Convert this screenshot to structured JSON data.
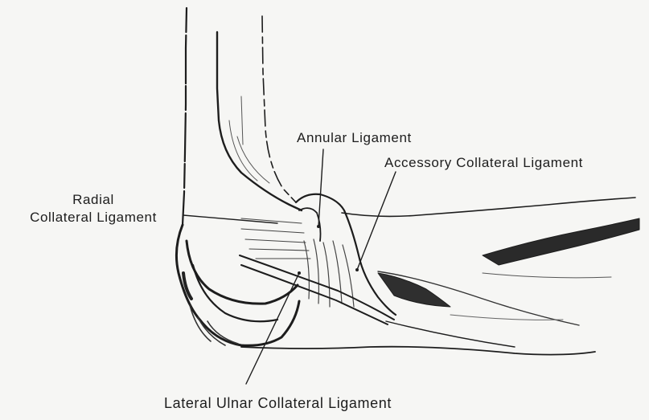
{
  "labels": {
    "annular_ligament": "Annular Ligament",
    "accessory_collateral_ligament": "Accessory Collateral Ligament",
    "radial_collateral_ligament_line1": "Radial",
    "radial_collateral_ligament_line2": "Collateral Ligament",
    "lateral_ulnar_collateral_ligament": "Lateral Ulnar Collateral Ligament"
  },
  "colors": {
    "ink": "#1d1d1d",
    "paper": "#f6f6f4"
  }
}
